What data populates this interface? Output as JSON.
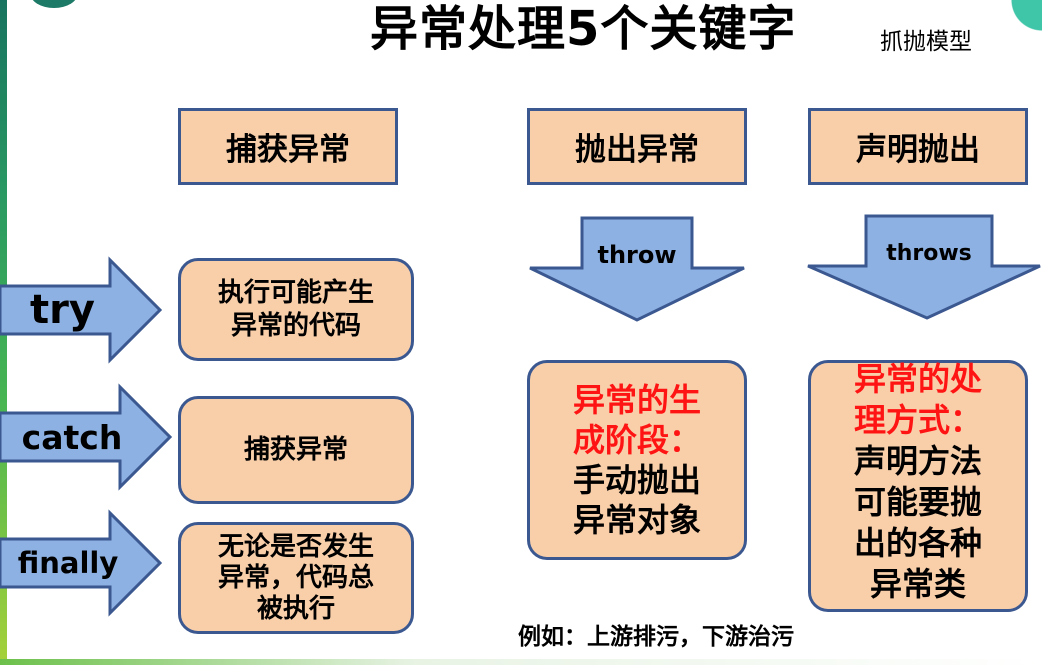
{
  "title": "异常处理5个关键字",
  "subtitle": "抓抛模型",
  "headers": {
    "catch_exception": "捕获异常",
    "throw_exception": "抛出异常",
    "declare_throw": "声明抛出"
  },
  "keywords": {
    "try": "try",
    "catch": "catch",
    "finally": "finally",
    "throw": "throw",
    "throws": "throws"
  },
  "try_box": {
    "line1": "执行可能产生",
    "line2": "异常的代码"
  },
  "catch_box": {
    "text": "捕获异常"
  },
  "finally_box": {
    "line1": "无论是否发生",
    "line2": "异常，代码总",
    "line3": "被执行"
  },
  "throw_box": {
    "red_line1": "异常的生",
    "red_line2": "成阶段：",
    "line1": "手动抛出",
    "line2": "异常对象"
  },
  "throws_box": {
    "red_line1": "异常的处",
    "red_line2": "理方式：",
    "line1": "声明方法",
    "line2": "可能要抛",
    "line3": "出的各种",
    "line4": "异常类"
  },
  "example": "例如：上游排污，下游治污",
  "colors": {
    "box_fill": "#f9cfaa",
    "box_border": "#3b5890",
    "arrow_fill": "#8db1e2",
    "arrow_stroke": "#3b5890",
    "highlight_text": "#ff1414"
  }
}
